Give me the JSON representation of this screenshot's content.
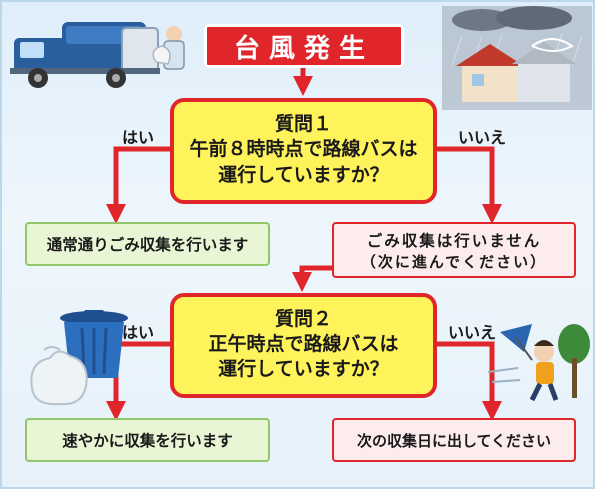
{
  "title": "台風発生",
  "q1": {
    "heading": "質問１",
    "line1": "午前８時時点で路線バスは",
    "line2": "運行していますか？",
    "yes": "はい",
    "no": "いいえ"
  },
  "q1_yes_result": "通常通りごみ収集を行います",
  "q1_no_result": {
    "line1": "ごみ収集は行いません",
    "line2": "（次に進んでください）"
  },
  "q2": {
    "heading": "質問２",
    "line1": "正午時点で路線バスは",
    "line2": "運行していますか？",
    "yes": "はい",
    "no": "いいえ"
  },
  "q2_yes_result": "速やかに収集を行います",
  "q2_no_result": "次の収集日に出してください",
  "colors": {
    "accent_red": "#e0262a",
    "question_fill": "#fff35c",
    "yes_fill": "#e9f6d5",
    "no_fill": "#fdecee"
  },
  "illustrations": [
    "garbage-truck-icon",
    "storm-house-icon",
    "trash-can-icon",
    "windblown-person-icon"
  ]
}
